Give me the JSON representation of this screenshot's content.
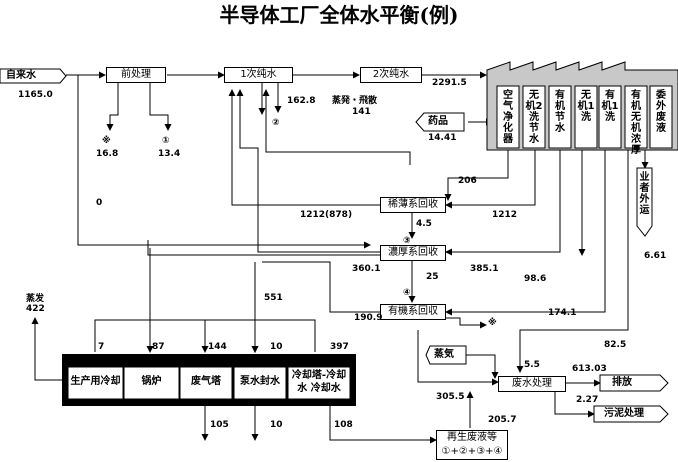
{
  "title": "半导体工厂全体水平衡(例)",
  "nodes": {
    "tap_water": "自来水",
    "pretreat": "前处理",
    "pure1": "1次纯水",
    "pure2": "2次纯水",
    "chemicals": "药品",
    "dilute_recover": "稀薄系回收",
    "concentrated_recover": "濃厚系回收",
    "organic_recover": "有機系回収",
    "steam": "蒸気",
    "wastewater": "废水处理",
    "discharge": "排放",
    "sludge": "污泥处理",
    "regen": "再生废液等",
    "regen_formula": "①+②+③+④"
  },
  "factory_columns": [
    "空气净化器",
    "无机2洗节水",
    "有机节水",
    "无机1洗",
    "有机1洗",
    "有机无机浓厚",
    "委外废液"
  ],
  "contractor": "业者外运",
  "equipment": [
    "生产用冷却",
    "锅炉",
    "废气塔",
    "泵水封水",
    "冷却塔-冷却水 冷却水"
  ],
  "evaporation_label": "蒸发",
  "evaporation_value": "422",
  "evap_spray_label": "蒸発・飛散",
  "markers": {
    "m1": "①",
    "m2": "②",
    "m3": "③",
    "m4": "④",
    "x": "※"
  },
  "flows": {
    "tap_in": "1165.0",
    "pre_x_value": "16.8",
    "pre_1_value": "13.4",
    "pure1_out": "162.8",
    "pure2_out": "2291.5",
    "evap_spray": "141",
    "chem_in": "14.41",
    "v206": "206",
    "v0": "0",
    "v1212_878": "1212(878)",
    "v1212": "1212",
    "v4_5": "4.5",
    "v360_1": "360.1",
    "v25": "25",
    "v385_1": "385.1",
    "v98_6": "98.6",
    "v551": "551",
    "v190_9": "190.9",
    "v174_1": "174.1",
    "v82_5": "82.5",
    "v6_61": "6.61",
    "v7": "7",
    "v87": "87",
    "v144": "144",
    "v10a": "10",
    "v397": "397",
    "v5_5": "5.5",
    "v613_03": "613.03",
    "v305_5": "305.5",
    "v2_27": "2.27",
    "v205_7": "205.7",
    "v105": "105",
    "v10b": "10",
    "v108": "108"
  }
}
